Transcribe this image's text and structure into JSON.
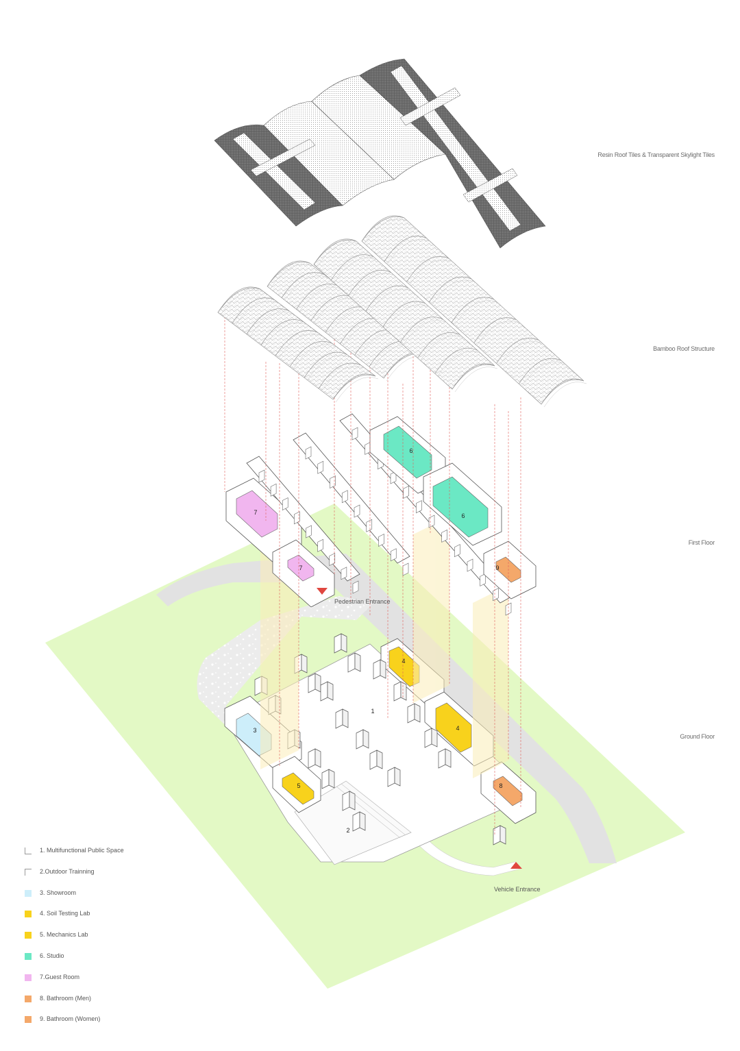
{
  "layers": {
    "roof_tiles": "Resin Roof Tiles & Transparent Skylight Tiles",
    "bamboo": "Bamboo Roof Structure",
    "first_floor": "First Floor",
    "ground_floor": "Ground Floor"
  },
  "entrances": {
    "pedestrian": "Pedestrian Entrance",
    "vehicle": "Vehicle Entrance"
  },
  "rooms": {
    "r1": "1",
    "r2": "2",
    "r3": "3",
    "r4": "4",
    "r5": "5",
    "r6": "6",
    "r7": "7",
    "r8": "8",
    "r9": "9"
  },
  "legend": [
    {
      "label": "1. Multifunctional Public Space",
      "color": "none"
    },
    {
      "label": "2.Outdoor Trainning",
      "color": "none"
    },
    {
      "label": "3. Showroom",
      "color": "#cdeefa"
    },
    {
      "label": "4. Soil Testing Lab",
      "color": "#f8d21c"
    },
    {
      "label": "5. Mechanics Lab",
      "color": "#f8d21c"
    },
    {
      "label": "6. Studio",
      "color": "#6be8c4"
    },
    {
      "label": "7.Guest Room",
      "color": "#f1b6ef"
    },
    {
      "label": "8. Bathroom (Men)",
      "color": "#f4a86a"
    },
    {
      "label": "9. Bathroom (Women)",
      "color": "#f4a86a"
    }
  ],
  "colors": {
    "ground": "#e3f9c5",
    "paving": "#e6e6e6",
    "wall": "#ffffff",
    "outline": "#555555",
    "guide": "#e0605a",
    "marker": "#e0473f",
    "column_fill": "#fbedb8",
    "studio": "#6be8c4",
    "guest": "#f1b6ef",
    "lab": "#f8d21c",
    "showroom": "#cdeefa",
    "bath": "#f4a86a"
  }
}
